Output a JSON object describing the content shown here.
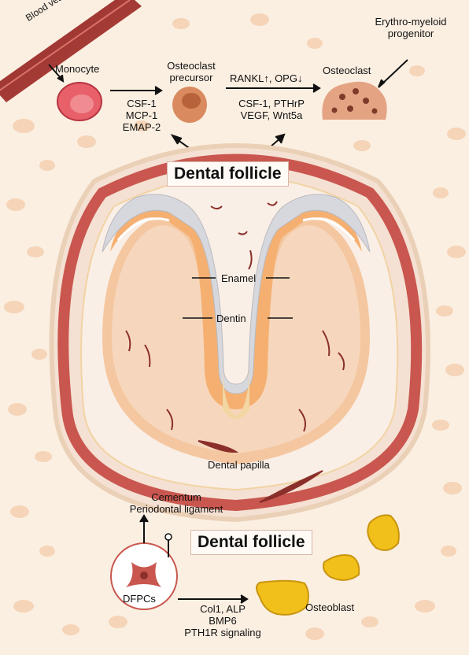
{
  "title_labels": {
    "blood_vessel": "Blood vessel",
    "monocyte": "Monocyte",
    "osteoclast_precursor": [
      "Osteoclast",
      "precursor"
    ],
    "osteoclast": "Osteoclast",
    "erythro_myeloid": [
      "Erythro-myeloid",
      "progenitor"
    ]
  },
  "factors": {
    "monocyte_to_precursor": [
      "CSF-1",
      "MCP-1",
      "EMAP-2"
    ],
    "precursor_to_osteoclast_top": "RANKL↑, OPG↓",
    "precursor_to_osteoclast_bottom": [
      "CSF-1, PTHrP",
      "VEGF, Wnt5a"
    ]
  },
  "follicle": {
    "top_label": "Dental follicle",
    "bottom_label": "Dental follicle"
  },
  "tooth": {
    "enamel": "Enamel",
    "dentin": "Dentin",
    "papilla": "Dental papilla"
  },
  "dfpc": {
    "label": "DFPCs",
    "outputs": [
      "Cementum",
      "Periodontal ligament"
    ],
    "osteoblast_factors": [
      "Col1, ALP",
      "BMP6",
      "PTH1R signaling"
    ],
    "osteoblast": "Osteoblast"
  },
  "colors": {
    "background": "#fbefe2",
    "follicle_red": "#c9574f",
    "enamel_grey": "#d9d9dc",
    "dentin_orange": "#f0b47e",
    "osteoblast_yellow": "#f2c01a"
  }
}
